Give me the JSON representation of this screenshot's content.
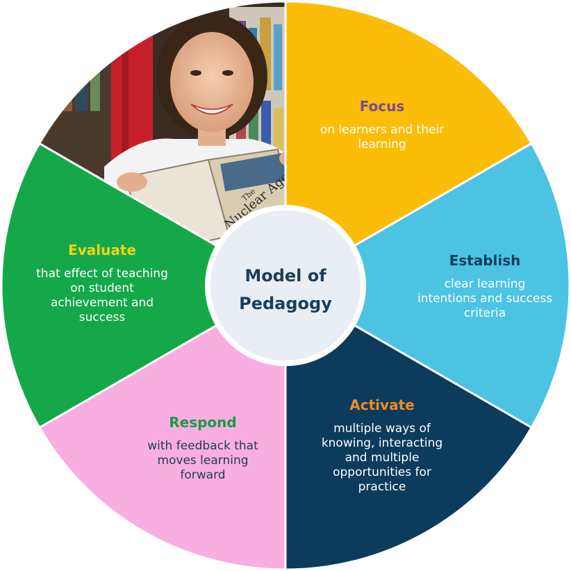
{
  "center": {
    "line1": "Model of",
    "line2": "Pedagogy",
    "fill": "#e8eef3",
    "stroke": "#ffffff",
    "text_color": "#1c3d5a"
  },
  "segments": [
    {
      "key": "focus",
      "fill": "#fbbd08",
      "title": "Focus",
      "title_color": "#7b4a8f",
      "text_color": "#ffffff",
      "lines": [
        "on learners and their",
        "learning"
      ]
    },
    {
      "key": "establish",
      "fill": "#4cc3e3",
      "title": "Establish",
      "title_color": "#123e5e",
      "text_color": "#ffffff",
      "lines": [
        "clear learning",
        "intentions and success",
        "criteria"
      ]
    },
    {
      "key": "activate",
      "fill": "#0d3b5c",
      "title": "Activate",
      "title_color": "#f08a24",
      "text_color": "#ffffff",
      "lines": [
        "multiple ways of",
        "knowing, interacting",
        "and multiple",
        "opportunities for",
        "practice"
      ]
    },
    {
      "key": "respond",
      "fill": "#f8aee0",
      "title": "Respond",
      "title_color": "#1a9a48",
      "text_color": "#1c3d5a",
      "lines": [
        "with feedback that",
        "moves learning",
        "forward"
      ]
    },
    {
      "key": "evaluate",
      "fill": "#15a84a",
      "title": "Evaluate",
      "title_color": "#f2d21a",
      "text_color": "#ffffff",
      "lines": [
        "that effect of teaching",
        "on student",
        "achievement and",
        "success"
      ]
    }
  ],
  "photo": {
    "book_text_1": "The",
    "book_text_2": "Nuclear Age"
  }
}
